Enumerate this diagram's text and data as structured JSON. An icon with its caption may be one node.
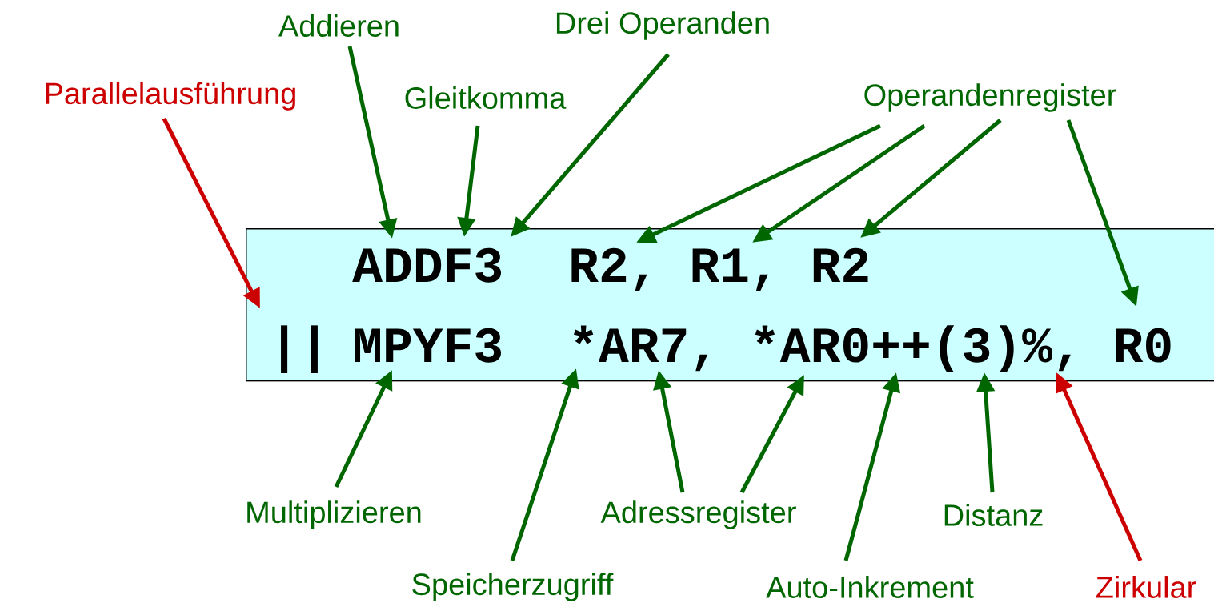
{
  "diagram": {
    "nodes": [
      {
        "text": [
          "ADDF3",
          "R2, R1, R2",
          "||",
          "MPYF3",
          "*AR7, *AR0++(3)%, R0"
        ]
      },
      {
        "text": [
          "Addieren"
        ]
      },
      {
        "text": [
          "Drei Operanden"
        ]
      },
      {
        "text": [
          "Parallelausführung"
        ]
      },
      {
        "text": [
          "Gleitkomma"
        ]
      },
      {
        "text": [
          "Operandenregister"
        ]
      },
      {
        "text": [
          "Multiplizieren"
        ]
      },
      {
        "text": [
          "Adressregister"
        ]
      },
      {
        "text": [
          "Distanz"
        ]
      },
      {
        "text": [
          "Speicherzugriff"
        ]
      },
      {
        "text": [
          "Auto-Inkrement"
        ]
      },
      {
        "text": [
          "Zirkular"
        ]
      }
    ],
    "edges": [
      {
        "from": 3,
        "to": 0,
        "arrow": "to",
        "color": "#cc0000"
      },
      {
        "from": 1,
        "to": 0,
        "arrow": "to"
      },
      {
        "from": 4,
        "to": 0,
        "arrow": "to"
      },
      {
        "from": 2,
        "to": 0,
        "arrow": "to"
      },
      {
        "from": 5,
        "to": 0,
        "arrow": "to"
      },
      {
        "from": 5,
        "to": 0,
        "arrow": "to"
      },
      {
        "from": 5,
        "to": 0,
        "arrow": "to"
      },
      {
        "from": 5,
        "to": 0,
        "arrow": "to"
      },
      {
        "from": 6,
        "to": 0,
        "arrow": "to"
      },
      {
        "from": 9,
        "to": 0,
        "arrow": "to"
      },
      {
        "from": 7,
        "to": 0,
        "arrow": "to"
      },
      {
        "from": 7,
        "to": 0,
        "arrow": "to"
      },
      {
        "from": 10,
        "to": 0,
        "arrow": "to"
      },
      {
        "from": 8,
        "to": 0,
        "arrow": "to"
      },
      {
        "from": 11,
        "to": 0,
        "arrow": "to",
        "color": "#cc0000"
      }
    ]
  }
}
